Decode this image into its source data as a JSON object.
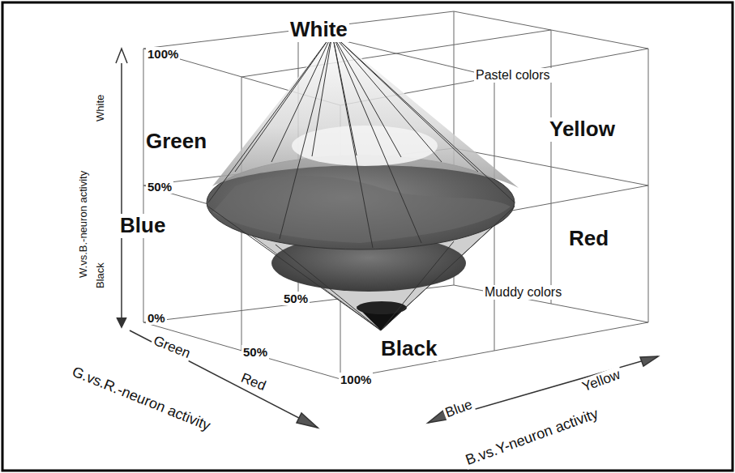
{
  "diagram": {
    "labels": [
      "White",
      "100%",
      "Pastel colors",
      "Yellow",
      "Green",
      "50%",
      "Blue",
      "Red",
      "Muddy colors",
      "50%",
      "0%",
      "Black",
      "White",
      "W.vs.B.-neuron activity",
      "Black",
      "50%",
      "100%",
      "Green",
      "Red",
      "G.vs.R.-neuron activity",
      "Yellow",
      "Blue",
      "B.vs.Y-neuron activity"
    ]
  }
}
